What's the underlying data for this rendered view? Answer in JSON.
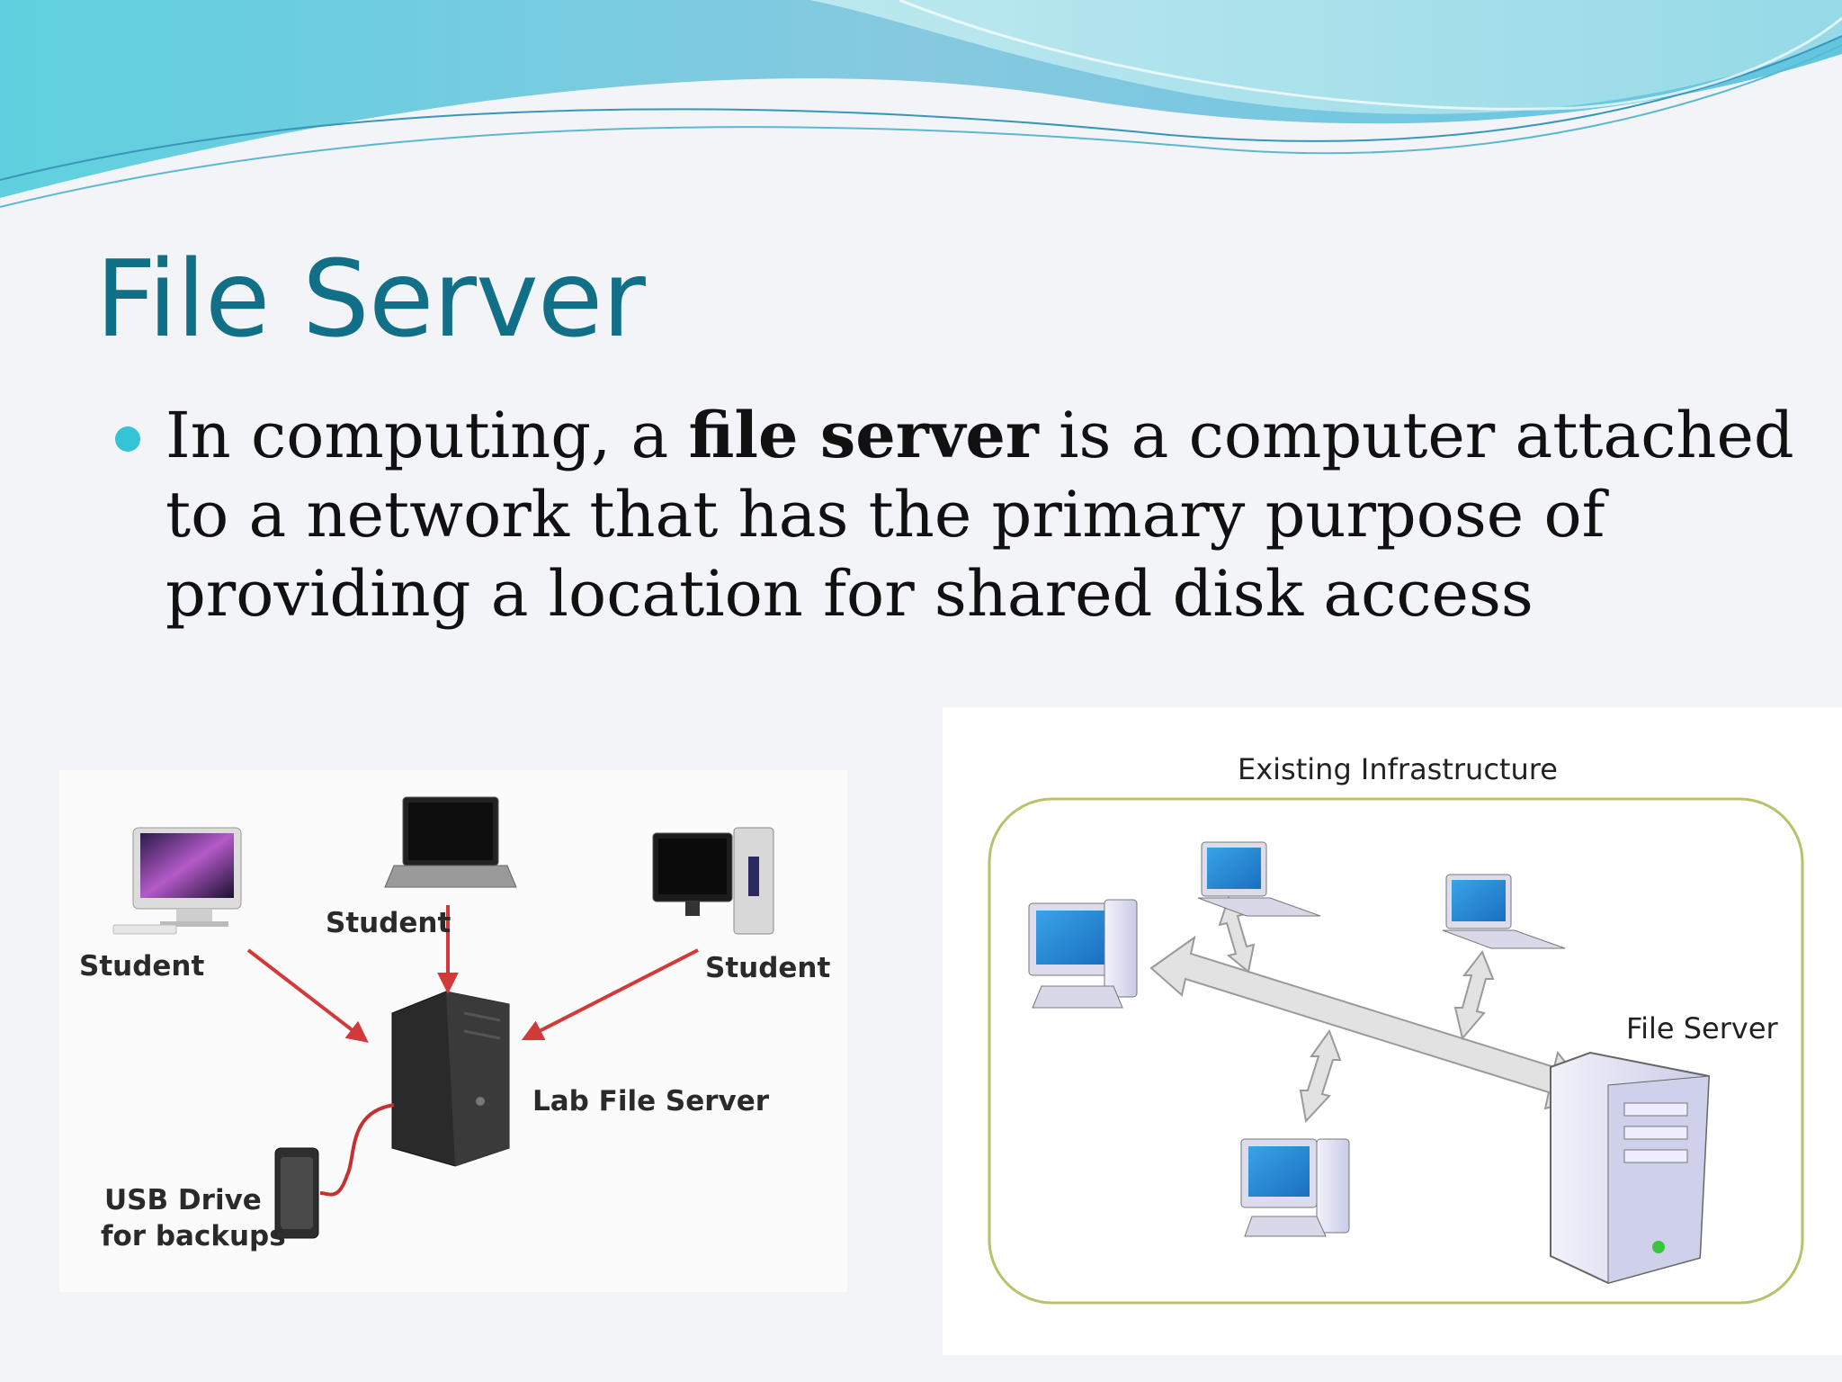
{
  "slide": {
    "title": "File Server",
    "bullet": {
      "before": "In computing, a ",
      "bold": "file server",
      "after": " is a computer attached to a network that has the primary purpose of providing a location for shared disk access"
    }
  },
  "lab_diagram": {
    "labels": {
      "student_left": "Student",
      "student_center": "Student",
      "student_right": "Student",
      "lab_server": "Lab File Server",
      "usb_line1": "USB Drive",
      "usb_line2": "for backups"
    },
    "colors": {
      "arrow": "#d23a3a"
    }
  },
  "infra_diagram": {
    "title": "Existing Infrastructure",
    "server_label": "File Server",
    "colors": {
      "border": "#b8c26a",
      "arrow": "#d9d9d9"
    }
  },
  "colors": {
    "title": "#116f88",
    "bullet": "#34c4d6",
    "wave_light": "#a8e4ec",
    "wave_dark": "#4fb0cf"
  }
}
